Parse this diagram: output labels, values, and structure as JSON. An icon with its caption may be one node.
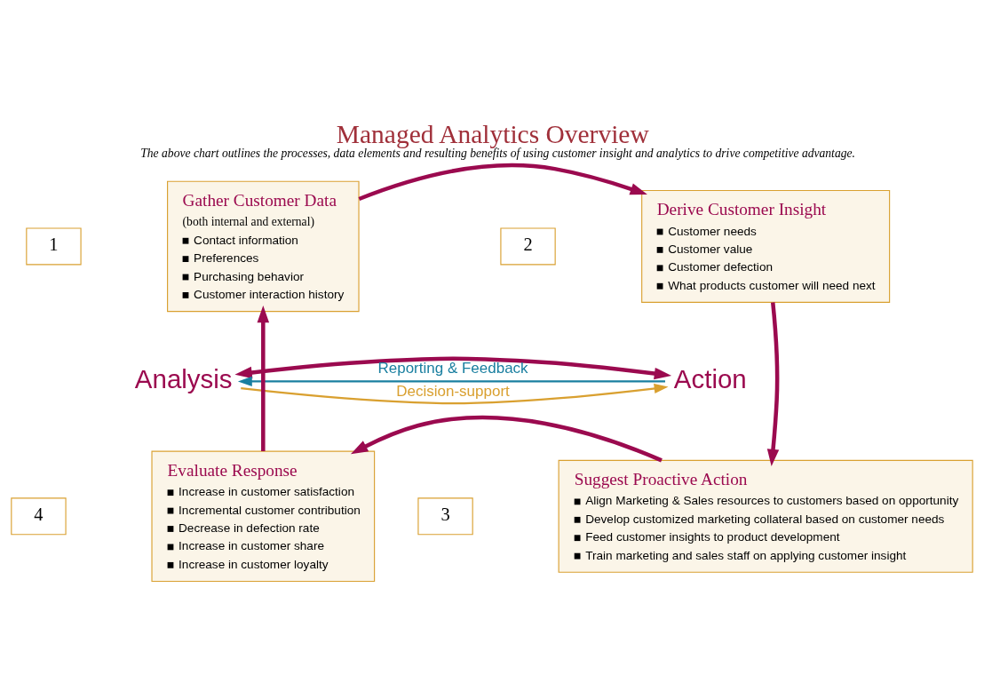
{
  "diagram": {
    "title": "Managed Analytics Overview",
    "caption": "The above chart outlines the processes, data elements and resulting benefits of using customer insight and analytics to drive competitive advantage.",
    "nodes": [
      {
        "text": [
          "1"
        ]
      },
      {
        "text": [
          "Gather Customer Data",
          "(both internal and external)",
          "Contact information",
          "Preferences",
          "Purchasing behavior",
          "Customer interaction history"
        ]
      },
      {
        "text": [
          "2"
        ]
      },
      {
        "text": [
          "Derive Customer Insight",
          "Customer needs",
          "Customer value",
          "Customer defection",
          "What products customer will need next"
        ]
      },
      {
        "text": [
          "Analysis"
        ]
      },
      {
        "text": [
          "Action"
        ]
      },
      {
        "text": [
          "4"
        ]
      },
      {
        "text": [
          "Evaluate Response",
          "Increase in customer satisfaction",
          "Incremental customer contribution",
          "Decrease in defection rate",
          "Increase in customer share",
          "Increase in customer loyalty"
        ]
      },
      {
        "text": [
          "3"
        ]
      },
      {
        "text": [
          "Suggest Proactive Action",
          "Align Marketing & Sales resources to customers based on opportunity",
          "Develop customized marketing collateral based on customer needs",
          "Feed customer insights to product development",
          "Train marketing and sales staff on applying customer insight"
        ]
      }
    ],
    "edges": [
      {
        "from": 1,
        "to": 3,
        "arrow": "to"
      },
      {
        "from": 3,
        "to": 9,
        "arrow": "to"
      },
      {
        "from": 9,
        "to": 7,
        "arrow": "to"
      },
      {
        "from": 7,
        "to": 1,
        "arrow": "to"
      },
      {
        "from": 5,
        "to": 4,
        "arrow": "to",
        "label": "Reporting & Feedback",
        "color": "#1a7fa0"
      },
      {
        "from": 4,
        "to": 5,
        "arrow": "both"
      },
      {
        "from": 4,
        "to": 5,
        "arrow": "to",
        "label": "Decision-support",
        "color": "#d9a030"
      }
    ]
  }
}
